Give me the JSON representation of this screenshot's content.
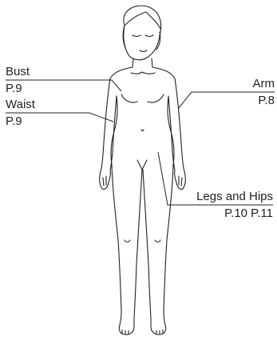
{
  "callouts": {
    "bust": {
      "label": "Bust",
      "page": "P.9"
    },
    "waist": {
      "label": "Waist",
      "page": "P.9"
    },
    "arm": {
      "label": "Arm",
      "page": "P.8"
    },
    "legs_hips": {
      "label": "Legs and Hips",
      "page": "P.10 P.11"
    }
  },
  "colors": {
    "line": "#231f20",
    "background": "#ffffff"
  }
}
